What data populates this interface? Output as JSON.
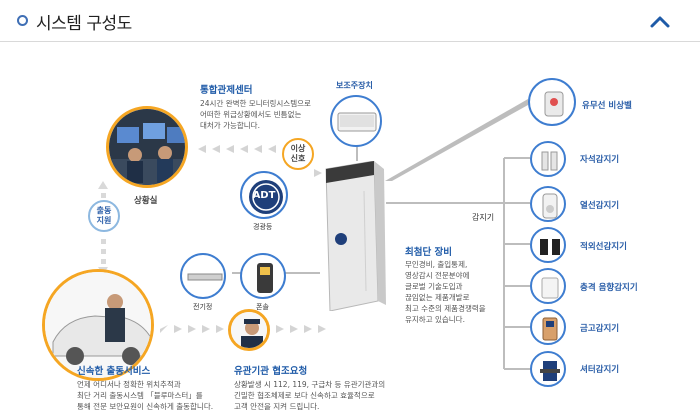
{
  "header": {
    "title": "시스템 구성도"
  },
  "control_center": {
    "title": "통합관제센터",
    "desc": [
      "24시간 완벽한 모니터링시스템으로",
      "어떠한 위급상황에서도 빈틈없는",
      "대처가 가능합니다."
    ]
  },
  "situation_room": {
    "label": "상황실"
  },
  "dispatch_badge": {
    "line1": "출동",
    "line2": "지원"
  },
  "signal_badge": {
    "line1": "이상",
    "line2": "신호"
  },
  "aux_device": {
    "label": "보조주장치"
  },
  "adt_badge": {
    "logo": "ADT",
    "label": "경광등"
  },
  "card_reader": {
    "label": "전기정"
  },
  "keypad": {
    "label": "폰솔"
  },
  "latest_equipment": {
    "title": "최첨단 장비",
    "desc": [
      "무인경비, 출입통제,",
      "영상감시 전문분야에",
      "글로벌 기술도입과",
      "끊임없는 제품개발로",
      "최고 수준의 제품경쟁력을",
      "유지하고 있습니다."
    ]
  },
  "sensors_label": "감지기",
  "wired_emergency": {
    "label": "유무선 비상벨"
  },
  "sensors": [
    {
      "label": "자석감지기"
    },
    {
      "label": "열선감지기"
    },
    {
      "label": "적외선감지기"
    },
    {
      "label": "충격 음향감지기"
    },
    {
      "label": "금고감지기"
    },
    {
      "label": "셔터감지기"
    }
  ],
  "dispatch_service": {
    "title": "신속한 출동서비스",
    "desc": [
      "언제 어디서나 정확한 위치추적과",
      "최단 거리 출동시스템 「블루마스터」를",
      "통해 전문 보안요원이 신속하게 출동합니다."
    ]
  },
  "cooperation": {
    "title": "유관기관 협조요청",
    "desc": [
      "상황발생 시 112, 119, 구급차 등 유관기관과의",
      "긴밀한 협조체제로 보다 신속하고 효율적으로",
      "고객 안전을 지켜 드립니다."
    ]
  },
  "colors": {
    "accent": "#1f5ba8",
    "ring": "#2f6fc0",
    "orange": "#f5a623"
  }
}
